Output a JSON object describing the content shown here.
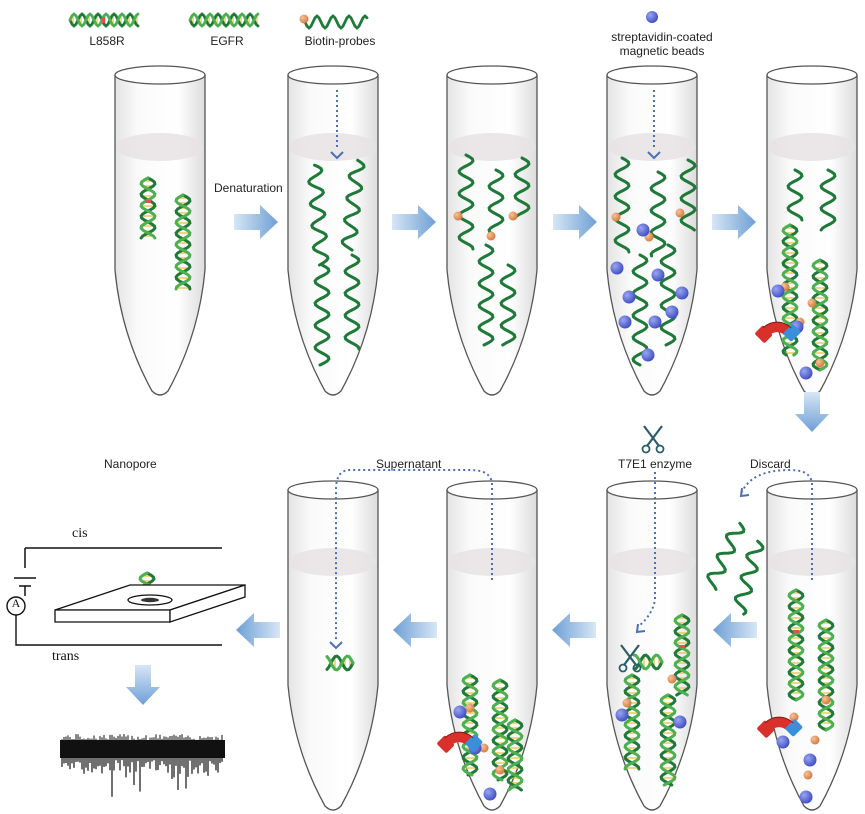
{
  "legend": {
    "l858r": "L858R",
    "egfr": "EGFR",
    "biotin_probes": "Biotin-probes",
    "beads": "streptavidin-coated\nmagnetic beads"
  },
  "steps": {
    "denaturation": "Denaturation",
    "nanopore": "Nanopore",
    "supernatant": "Supernatant",
    "t7e1": "T7E1 enzyme",
    "discard": "Discard"
  },
  "nanopore": {
    "cis": "cis",
    "trans": "trans",
    "ammeter": "A"
  },
  "colors": {
    "dna_dark": "#1f7a3a",
    "dna_light": "#4caf50",
    "rung": "#e8c34a",
    "mutation": "#e05050",
    "biotin": "#e8955a",
    "bead": "#5b6bd6",
    "arrow": "#8fb4de",
    "magnet_red": "#d9302c",
    "magnet_blue": "#3a8fd9"
  }
}
